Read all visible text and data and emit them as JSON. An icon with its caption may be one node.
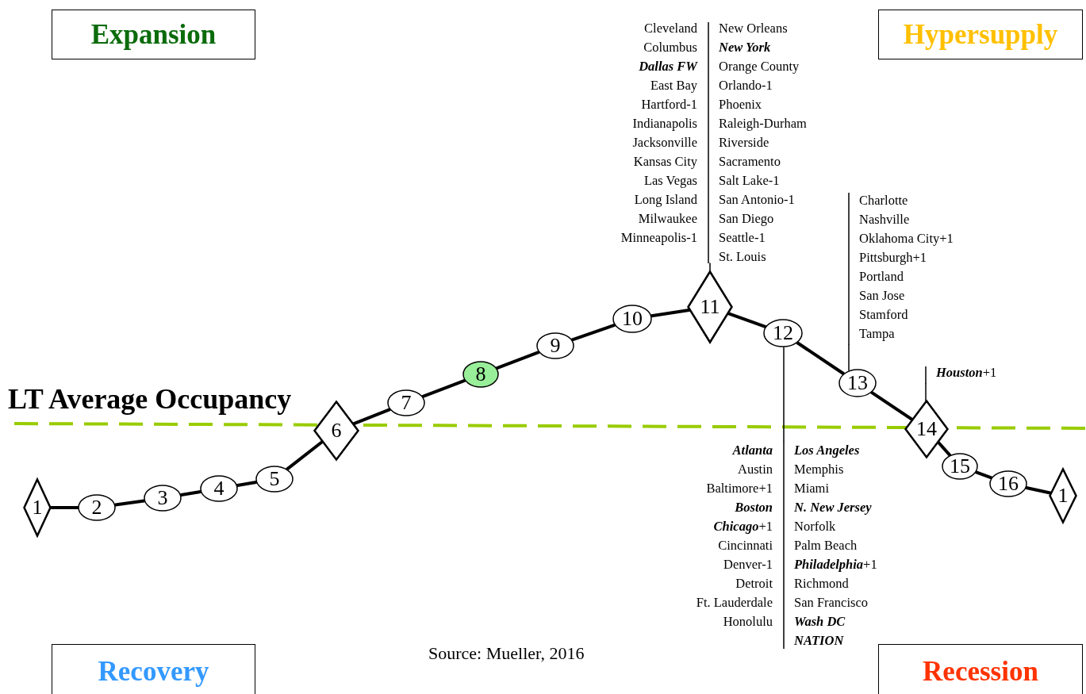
{
  "diagram": {
    "caption": "Source: Mueller, 2016",
    "nodes": [
      {
        "text": [
          "Expansion"
        ]
      },
      {
        "text": [
          "Hypersupply"
        ]
      },
      {
        "text": [
          "Recovery"
        ]
      },
      {
        "text": [
          "Recession"
        ]
      },
      {
        "text": [
          "1"
        ]
      },
      {
        "text": [
          "2"
        ]
      },
      {
        "text": [
          "3"
        ]
      },
      {
        "text": [
          "4"
        ]
      },
      {
        "text": [
          "5"
        ]
      },
      {
        "text": [
          "6"
        ]
      },
      {
        "text": [
          "7"
        ]
      },
      {
        "text": [
          "8"
        ]
      },
      {
        "text": [
          "9"
        ]
      },
      {
        "text": [
          "10"
        ]
      },
      {
        "text": [
          "11"
        ]
      },
      {
        "text": [
          "12"
        ]
      },
      {
        "text": [
          "13"
        ]
      },
      {
        "text": [
          "14"
        ]
      },
      {
        "text": [
          "15"
        ]
      },
      {
        "text": [
          "16"
        ]
      },
      {
        "text": [
          "1"
        ]
      },
      {
        "text": [
          "Cleveland",
          "Columbus",
          "**Dallas FW**",
          "East Bay",
          "Hartford-1",
          "Indianapolis",
          "Jacksonville",
          "Kansas City",
          "Las Vegas",
          "Long Island",
          "Milwaukee",
          "Minneapolis-1",
          "New Orleans",
          "**New York**",
          "Orange County",
          "Orlando-1",
          "Phoenix",
          "Raleigh-Durham",
          "Riverside",
          "Sacramento",
          "Salt Lake-1",
          "San Antonio-1",
          "San Diego",
          "Seattle-1",
          "St. Louis"
        ]
      },
      {
        "text": [
          "Charlotte",
          "Nashville",
          "Oklahoma City+1",
          "Pittsburgh+1",
          "Portland",
          "San Jose",
          "Stamford",
          "Tampa"
        ]
      },
      {
        "text": [
          "**Houston**+1"
        ]
      },
      {
        "text": [
          "**Atlanta**",
          "Austin",
          "Baltimore+1",
          "**Boston**",
          "**Chicago**+1",
          "Cincinnati",
          "Denver-1",
          "Detroit",
          "Ft. Lauderdale",
          "Honolulu",
          "**Los Angeles**",
          "Memphis",
          "Miami",
          "**N. New Jersey**",
          "Norfolk",
          "Palm Beach",
          "**Philadelphia**+1",
          "Richmond",
          "San Francisco",
          "**Wash DC**",
          "**NATION**"
        ]
      }
    ],
    "edges": [
      {
        "from": 4,
        "to": 5,
        "arrow": "none"
      },
      {
        "from": 5,
        "to": 6,
        "arrow": "none"
      },
      {
        "from": 6,
        "to": 7,
        "arrow": "none"
      },
      {
        "from": 7,
        "to": 8,
        "arrow": "none"
      },
      {
        "from": 8,
        "to": 9,
        "arrow": "none"
      },
      {
        "from": 9,
        "to": 10,
        "arrow": "none"
      },
      {
        "from": 10,
        "to": 11,
        "arrow": "none"
      },
      {
        "from": 11,
        "to": 12,
        "arrow": "none"
      },
      {
        "from": 12,
        "to": 13,
        "arrow": "none"
      },
      {
        "from": 13,
        "to": 14,
        "arrow": "none"
      },
      {
        "from": 14,
        "to": 15,
        "arrow": "none"
      },
      {
        "from": 15,
        "to": 16,
        "arrow": "none"
      },
      {
        "from": 16,
        "to": 17,
        "arrow": "none"
      },
      {
        "from": 17,
        "to": 18,
        "arrow": "none"
      },
      {
        "from": 18,
        "to": 19,
        "arrow": "none"
      },
      {
        "from": 19,
        "to": 20,
        "arrow": "none"
      },
      {
        "from": 21,
        "to": 14,
        "arrow": "none"
      },
      {
        "from": 22,
        "to": 16,
        "arrow": "none"
      },
      {
        "from": 23,
        "to": 17,
        "arrow": "none"
      },
      {
        "from": 15,
        "to": 24,
        "arrow": "none"
      }
    ],
    "labels": [
      "LT Average Occupancy"
    ]
  }
}
